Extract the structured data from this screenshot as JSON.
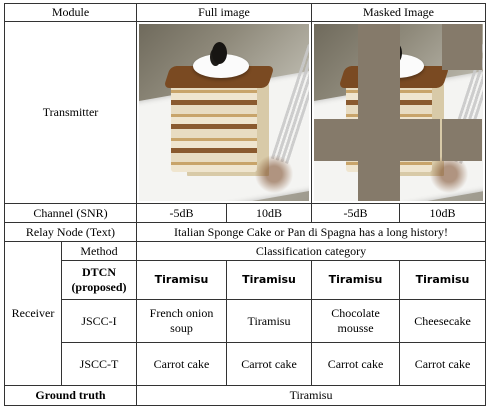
{
  "header": {
    "module": "Module",
    "full_image": "Full image",
    "masked_image": "Masked Image"
  },
  "transmitter": {
    "label": "Transmitter"
  },
  "channel": {
    "label": "Channel (SNR)",
    "snr": [
      "-5dB",
      "10dB",
      "-5dB",
      "10dB"
    ]
  },
  "relay": {
    "label": "Relay Node (Text)",
    "text": "Italian Sponge Cake or Pan di Spagna has a long history!"
  },
  "receiver": {
    "label": "Receiver",
    "method_header": "Method",
    "category_header": "Classification category",
    "rows": [
      {
        "method": "DTCN",
        "method_note": "(proposed)",
        "values": [
          "Tiramisu",
          "Tiramisu",
          "Tiramisu",
          "Tiramisu"
        ]
      },
      {
        "method": "JSCC-I",
        "values": [
          "French onion soup",
          "Tiramisu",
          "Chocolate mousse",
          "Cheesecake"
        ]
      },
      {
        "method": "JSCC-T",
        "values": [
          "Carrot cake",
          "Carrot cake",
          "Carrot cake",
          "Carrot cake"
        ]
      }
    ]
  },
  "ground_truth": {
    "label": "Ground truth",
    "value": "Tiramisu"
  }
}
